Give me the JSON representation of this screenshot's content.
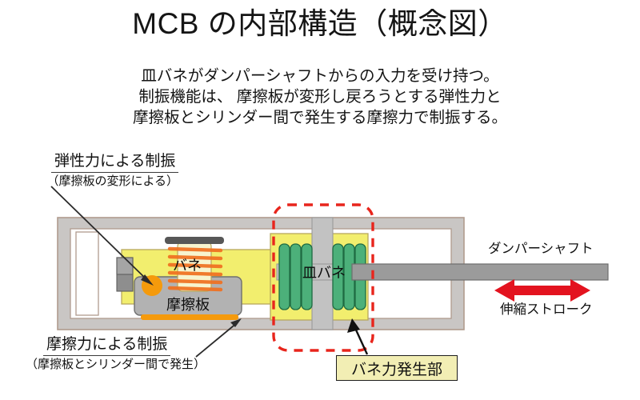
{
  "page": {
    "title": "MCB の内部構造（概念図）",
    "subtitle_lines": [
      "皿バネがダンパーシャフトからの入力を受け持つ。",
      "制振機能は、 摩擦板が変形し戻ろうとする弾性力と",
      "摩擦板とシリンダー間で発生する摩擦力で制振する。"
    ]
  },
  "annotations": {
    "elastic": {
      "main": "弾性力による制振",
      "sub": "（摩擦板の変形による）"
    },
    "friction": {
      "main": "摩擦力による制振",
      "sub": "（摩擦板とシリンダー間で発生）"
    },
    "callout": "バネ力発生部"
  },
  "side_labels": {
    "shaft": "ダンパーシャフト",
    "stroke": "伸縮ストローク"
  },
  "part_labels": {
    "spring": "バネ",
    "friction_plate": "摩擦板",
    "disc_spring": "皿バネ"
  },
  "colors": {
    "housing_fill": "#c9c6c4",
    "housing_outline": "#b09b8e",
    "inner_chamber": "#ffffff",
    "yellow_body": "#f2ee6e",
    "yellow_outline": "#b8a85c",
    "pale_yellow": "#f7f4cf",
    "gray_part": "#b2b2b2",
    "dark_gray_cap": "#575757",
    "shaft_gray": "#9b9b9b",
    "spring_orange": "#f07020",
    "friction_pad_orange": "#f59a0c",
    "disc_green": "#4cb07a",
    "disc_green_outline": "#1f6b42",
    "dashed_red": "#e8251c",
    "arrow_red": "#e3131f",
    "callout_fill": "#f2eeb4",
    "leader_line": "#2b2b2b"
  },
  "diagram": {
    "disc_spring_count_left": 3,
    "disc_spring_count_right": 3,
    "spring_coil_turns": 6
  }
}
